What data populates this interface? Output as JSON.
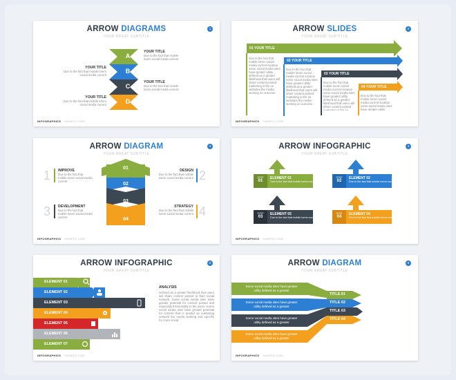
{
  "colors": {
    "green": "#8aad3f",
    "blue": "#2d7fd4",
    "dark": "#3d4752",
    "orange": "#f2a01e",
    "red": "#d4272a",
    "gray": "#b1b5ba"
  },
  "footer": {
    "brand": "INFOGRAPHICS",
    "web": "SAMPLE.COM"
  },
  "filler_short": "Due to the fact that mobile lorem social media current",
  "slides": [
    {
      "title_a": "ARROW ",
      "title_b": "DIAGRAMS",
      "subtitle": "YOUR GREAT SUBTITLE",
      "page": "1",
      "letters": [
        "A",
        "B",
        "C",
        "D"
      ],
      "labels": [
        "YOUR TITLE",
        "YOUR TITLE",
        "YOUR TITLE",
        "YOUR TITLE"
      ]
    },
    {
      "title_a": "ARROW ",
      "title_b": "SLIDES",
      "subtitle": "YOUR GREAT SUBTITLE",
      "page": "2",
      "bars": [
        "01 YOUR TITLE",
        "02 YOUR TITLE",
        "03 YOUR TITLE",
        "04 YOUR TITLE"
      ],
      "col_text": "Due to the fact that mobile lorem social media current location some social media sites have greater utility defined as a greater likelihood that users will share content posted marketing is the on websites the media working on outcome"
    },
    {
      "title_a": "ARROW ",
      "title_b": "DIAGRAM",
      "subtitle": "YOUR GREAT SUBTITLE",
      "page": "3",
      "steps": [
        "01",
        "02",
        "03",
        "04"
      ],
      "items": [
        {
          "num": "1",
          "label": "IMPROVE"
        },
        {
          "num": "2",
          "label": "DESIGN"
        },
        {
          "num": "3",
          "label": "DEVELOPMENT"
        },
        {
          "num": "4",
          "label": "STRATEGY"
        }
      ]
    },
    {
      "title_a": "ARROW INFOGRAPHIC",
      "title_b": "",
      "subtitle": "YOUR GREAT SUBTITLE",
      "page": "4",
      "elements": [
        {
          "step": "STEP",
          "num": "01",
          "label": "ELEMENT 01"
        },
        {
          "step": "STEP",
          "num": "02",
          "label": "ELEMENT 02"
        },
        {
          "step": "STEP",
          "num": "03",
          "label": "ELEMENT 03"
        },
        {
          "step": "STEP",
          "num": "04",
          "label": "ELEMENT 04"
        }
      ]
    },
    {
      "title_a": "ARROW INFOGRAPHIC",
      "title_b": "",
      "subtitle": "YOUR GREAT SUBTITLE",
      "page": "5",
      "elements": [
        "ELEMENT 01",
        "ELEMENT 02",
        "ELEMENT 03",
        "ELEMENT 04",
        "ELEMENT 05",
        "ELEMENT 06",
        "ELEMENT 07"
      ],
      "analysis_title": "ANALYSIS",
      "analysis_text": "Defined as a greater likelihood that users will share content posted to their social network. Some social media sites have greater potential for content posted and especially functionality to the users. Some social media sites have greater potential for content that is posted as marketing network the media working and specific for more social"
    },
    {
      "title_a": "ARROW ",
      "title_b": "DIAGRAM",
      "subtitle": "YOUR GREAT SUBTITLE",
      "page": "6",
      "bands": [
        {
          "text1": "Some social media sites have greater",
          "text2": "utility defined as a greater",
          "title": "TITLE 01"
        },
        {
          "text1": "Some social media sites have greater",
          "text2": "utility defined as a greater",
          "title": "TITLE 02"
        },
        {
          "text1": "Some social media sites have greater",
          "text2": "utility defined as a greater",
          "title": "TITLE 03"
        },
        {
          "text1": "Some social media sites have greater",
          "text2": "utility defined as a greater",
          "title": "TITLE 04"
        }
      ]
    }
  ]
}
